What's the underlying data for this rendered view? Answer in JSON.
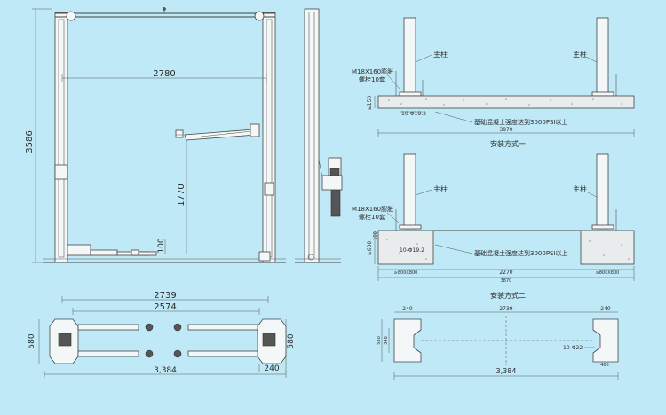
{
  "front_view": {
    "height_label": "3586",
    "width_label": "2780",
    "lift_height_label": "1770",
    "min_height_label": "100"
  },
  "install_method_1": {
    "column_label_left": "主柱",
    "column_label_right": "主柱",
    "bolt_label": "M18X160膨胀",
    "bolt_count_label": "螺栓10套",
    "thickness_label": "≥150",
    "hole_label": "10-Φ19.2",
    "concrete_label": "基础混凝土强度达到3000PSI以上",
    "width_label": "3870",
    "title": "安装方式一"
  },
  "install_method_2": {
    "column_label_left": "主柱",
    "column_label_right": "主柱",
    "bolt_label": "M18X160膨胀",
    "bolt_count_label": "螺栓10套",
    "top_label": "100",
    "depth_label": "≥600",
    "hole_label": "10-Φ19.2",
    "concrete_label": "基础混凝土强度达到3000PSI以上",
    "pit_left_label": "≥800X800",
    "pit_right_label": "≥800X800",
    "inner_label": "2270",
    "total_label": "3870",
    "title": "安装方式二"
  },
  "top_view": {
    "width_outer": "2739",
    "width_inner": "2574",
    "depth_left": "580",
    "depth_right": "580",
    "base_label": "240",
    "total_label": "3,384"
  },
  "base_plan": {
    "left_w": "240",
    "mid_w": "2739",
    "right_w": "240",
    "h_outer": "580",
    "h_inner": "340",
    "hole_label": "10-Φ22",
    "right_depth": "405",
    "total_label": "3,384"
  }
}
